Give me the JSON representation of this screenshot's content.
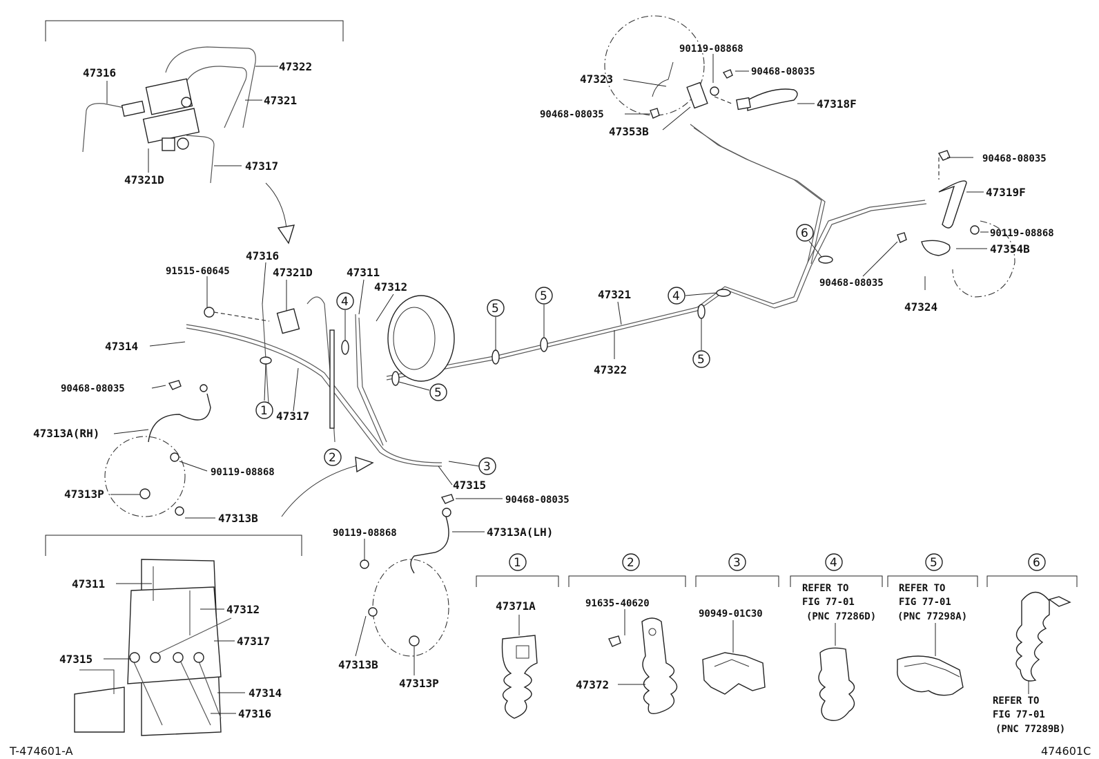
{
  "diagram": {
    "parts": {
      "p47316": "47316",
      "p47322": "47322",
      "p47321": "47321",
      "p47317": "47317",
      "p47321D": "47321D",
      "p47311": "47311",
      "p47312": "47312",
      "p47314": "47314",
      "p47315": "47315",
      "p47323": "47323",
      "p47353B": "47353B",
      "p47318F": "47318F",
      "p47319F": "47319F",
      "p47354B": "47354B",
      "p47324": "47324",
      "p47313A_RH": "47313A(RH)",
      "p47313A_LH": "47313A(LH)",
      "p47313P": "47313P",
      "p47313B": "47313B",
      "p47371A": "47371A",
      "p47372": "47372",
      "b90119": "90119-08868",
      "c90468": "90468-08035",
      "b91515": "91515-60645",
      "b91635": "91635-40620",
      "c90949": "90949-01C30"
    },
    "clamps": [
      "1",
      "2",
      "3",
      "4",
      "5",
      "6"
    ],
    "refer": {
      "line1": "REFER TO",
      "line2": "FIG 77-01",
      "pnc4": "(PNC 77286D)",
      "pnc5": "(PNC 77298A)",
      "pnc6": "(PNC 77289B)"
    },
    "footer": {
      "left_code": "T-474601-A",
      "right_code": "474601C"
    }
  }
}
